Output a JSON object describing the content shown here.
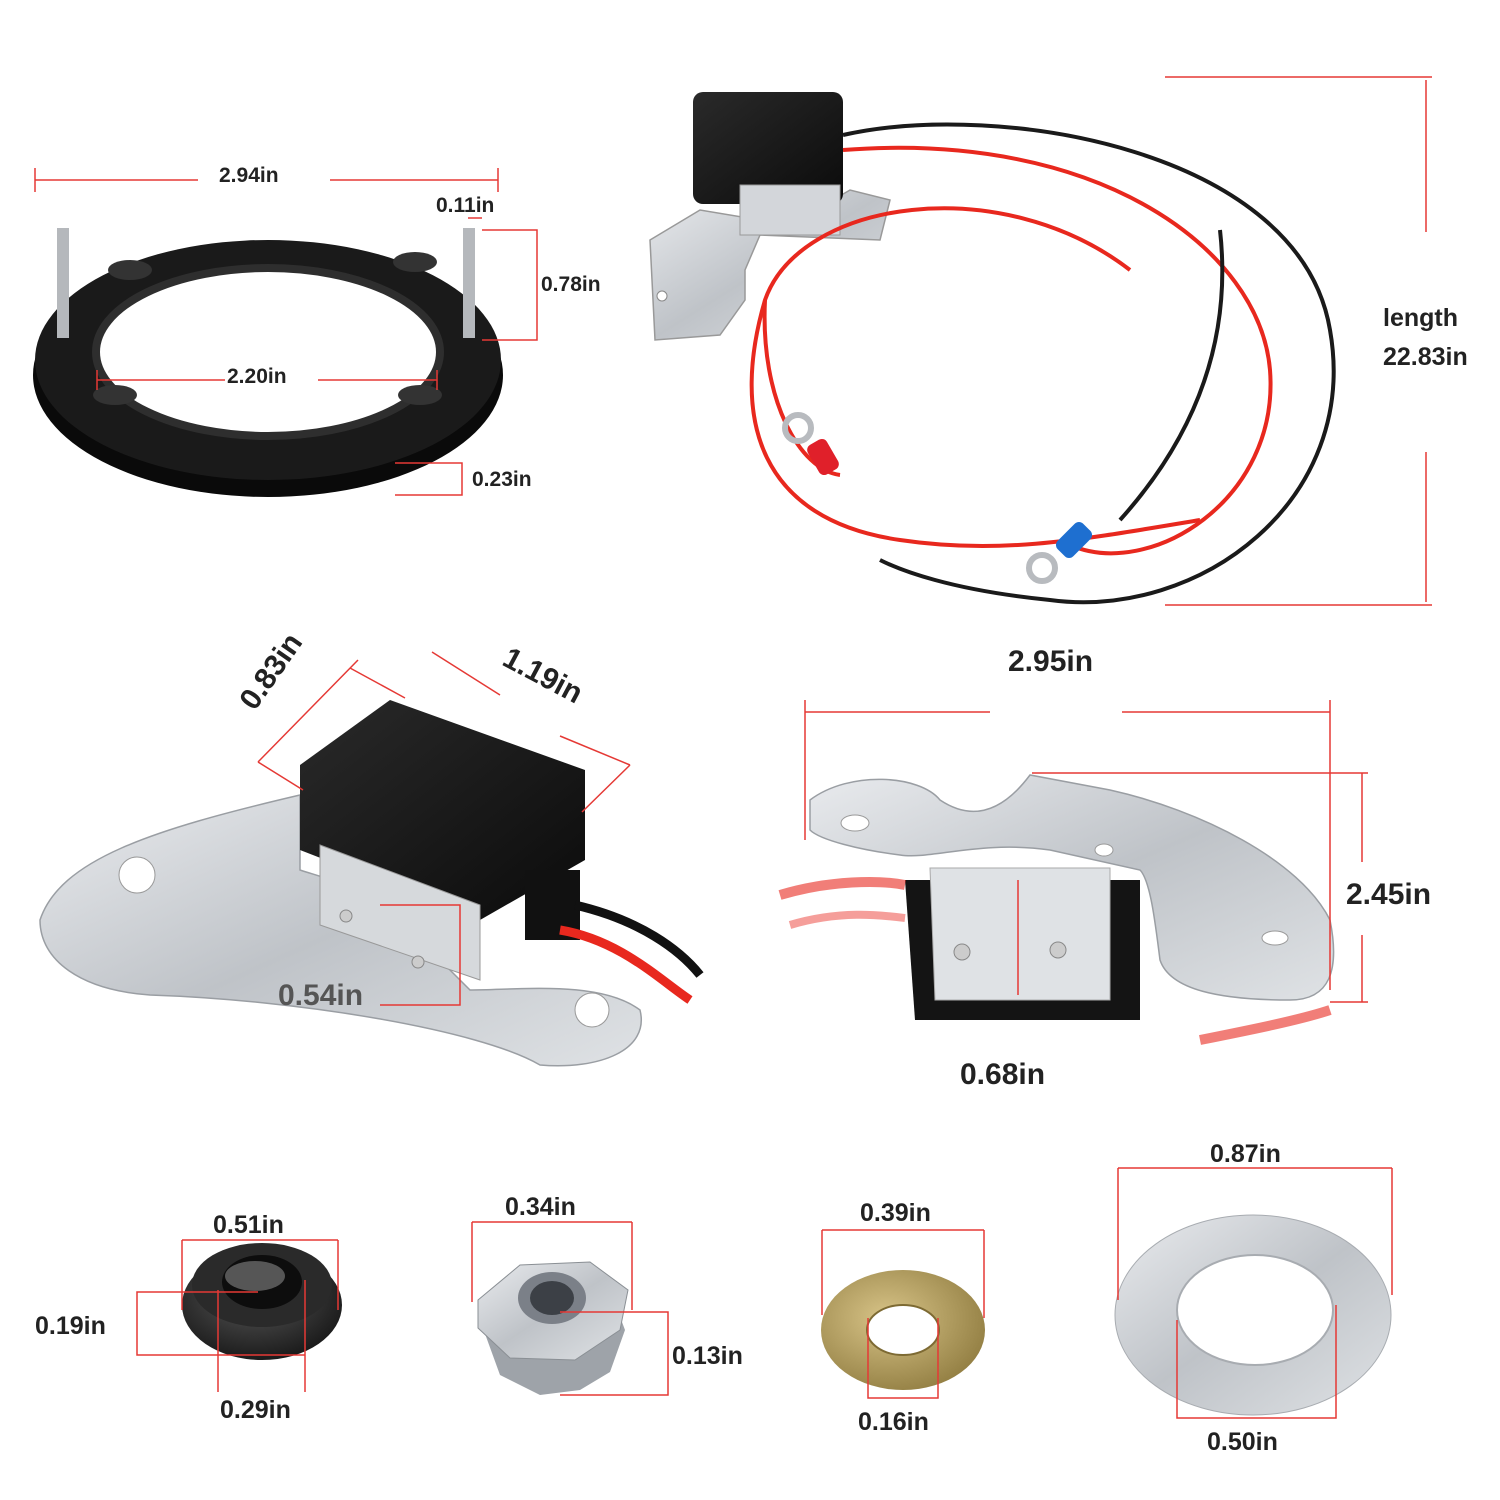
{
  "colors": {
    "dimension_line": "#e53935",
    "text": "#222222",
    "part_black": "#141414",
    "part_steel": "#c9ccd0",
    "wire_red": "#e8281e",
    "wire_black": "#1a1a1a",
    "terminal_red": "#e0202a",
    "terminal_blue": "#1e6fd0",
    "brass": "#b59a52"
  },
  "parts": {
    "base_plate": {
      "icon": "base-plate-ring",
      "dims": {
        "outer_diameter": "2.94in",
        "stud_diameter": "0.11in",
        "stud_height": "0.78in",
        "inner_diameter": "2.20in",
        "thickness": "0.23in"
      }
    },
    "module_wiring": {
      "icon": "ignition-module-with-wires",
      "dims": {
        "length_label": "length",
        "length_value": "22.83in"
      }
    },
    "module_front": {
      "icon": "ignition-module-front",
      "dims": {
        "depth": "0.83in",
        "width": "1.19in",
        "height": "0.54in"
      }
    },
    "bracket": {
      "icon": "mounting-bracket",
      "dims": {
        "width": "2.95in",
        "height": "2.45in",
        "block": "0.68in"
      }
    },
    "grommet": {
      "icon": "rubber-grommet",
      "dims": {
        "outer": "0.51in",
        "thickness": "0.19in",
        "inner": "0.29in"
      }
    },
    "nut": {
      "icon": "kep-nut",
      "dims": {
        "width": "0.34in",
        "thread": "0.13in"
      }
    },
    "small_washer": {
      "icon": "brass-washer",
      "dims": {
        "outer": "0.39in",
        "inner": "0.16in"
      }
    },
    "large_washer": {
      "icon": "steel-washer",
      "dims": {
        "outer": "0.87in",
        "inner": "0.50in"
      }
    }
  }
}
